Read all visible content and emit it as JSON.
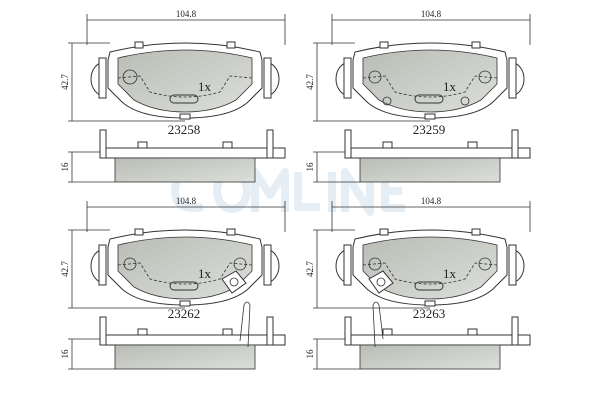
{
  "watermark": "COMLINE",
  "pads": [
    {
      "part_number": "23258",
      "width": "104.8",
      "height": "42.7",
      "thickness": "16",
      "quantity": "1x",
      "wear_sensor": false
    },
    {
      "part_number": "23259",
      "width": "104.8",
      "height": "42.7",
      "thickness": "16",
      "quantity": "1x",
      "wear_sensor": false
    },
    {
      "part_number": "23262",
      "width": "104.8",
      "height": "42.7",
      "thickness": "16",
      "quantity": "1x",
      "wear_sensor": true
    },
    {
      "part_number": "23263",
      "width": "104.8",
      "height": "42.7",
      "thickness": "16",
      "quantity": "1x",
      "wear_sensor": true
    }
  ],
  "colors": {
    "friction": "#cdd0ca",
    "line": "#333333"
  }
}
